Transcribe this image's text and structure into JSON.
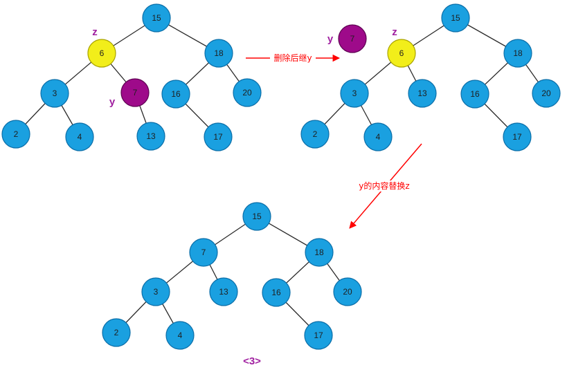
{
  "colors": {
    "node_fill": "#1aa0e0",
    "node_stroke": "#0b6ea8",
    "z_node_fill": "#f2ee1a",
    "z_node_stroke": "#a9a300",
    "y_node_fill": "#9e0a8a",
    "y_node_stroke": "#5e0252",
    "marker_color": "#a020a0",
    "arrow_color": "#ff0000",
    "edge_color": "#2b2b2b"
  },
  "tree1": {
    "nodes": {
      "root": "15",
      "z_node": "6",
      "right": "18",
      "left_left": "3",
      "y_node": "7",
      "rl": "16",
      "rr": "20",
      "lll": "2",
      "llr": "4",
      "y_child": "13",
      "rlr": "17"
    },
    "markers": {
      "z": "z",
      "y": "y"
    }
  },
  "tree2": {
    "nodes": {
      "root": "15",
      "z_node": "6",
      "right": "18",
      "left_left": "3",
      "left_right": "13",
      "rl": "16",
      "rr": "20",
      "lll": "2",
      "llr": "4",
      "rlr": "17"
    },
    "removed_node": "7",
    "markers": {
      "z": "z",
      "y": "y"
    }
  },
  "tree3": {
    "nodes": {
      "root": "15",
      "left": "7",
      "right": "18",
      "left_left": "3",
      "left_right": "13",
      "rl": "16",
      "rr": "20",
      "lll": "2",
      "llr": "4",
      "rlr": "17"
    }
  },
  "arrows": {
    "delete_label": "删除后继y",
    "replace_label": "y的内容替换z"
  },
  "step_label": "<3>"
}
